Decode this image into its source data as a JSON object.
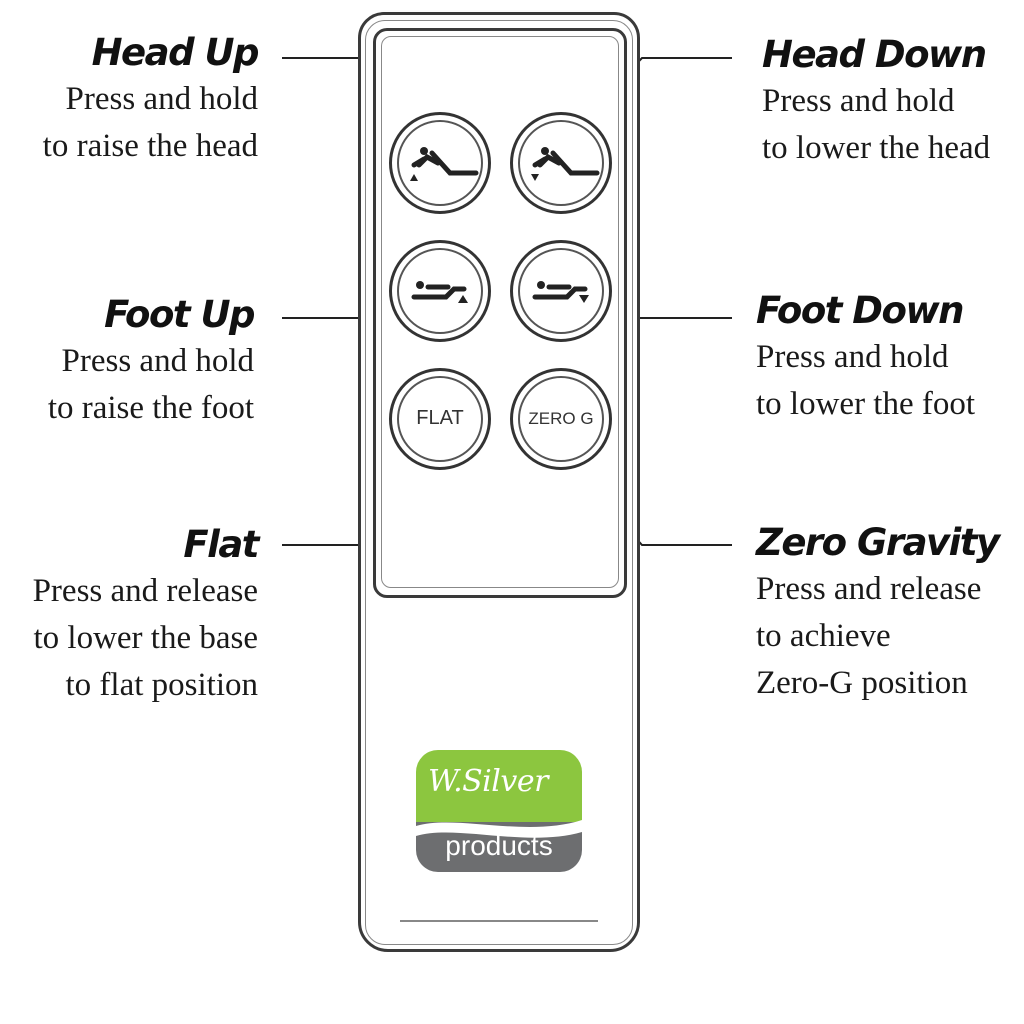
{
  "labels": {
    "head_up": {
      "title": "Head Up",
      "lines": [
        "Press and hold",
        "to raise the head"
      ]
    },
    "head_down": {
      "title": "Head Down",
      "lines": [
        "Press and hold",
        "to lower the head"
      ]
    },
    "foot_up": {
      "title": "Foot Up",
      "lines": [
        "Press and hold",
        "to raise the foot"
      ]
    },
    "foot_down": {
      "title": "Foot Down",
      "lines": [
        "Press and hold",
        "to lower the foot"
      ]
    },
    "flat": {
      "title": "Flat",
      "lines": [
        "Press and release",
        "to lower the base",
        "to flat position"
      ]
    },
    "zero_gravity": {
      "title": "Zero Gravity",
      "lines": [
        "Press and release",
        "to achieve",
        "Zero-G position"
      ]
    }
  },
  "buttons": {
    "flat": "FLAT",
    "zero_g": "ZERO G"
  },
  "logo": {
    "brand": "W.Silver",
    "sub": "products",
    "green": "#8cc63f",
    "gray": "#6d6e70"
  }
}
